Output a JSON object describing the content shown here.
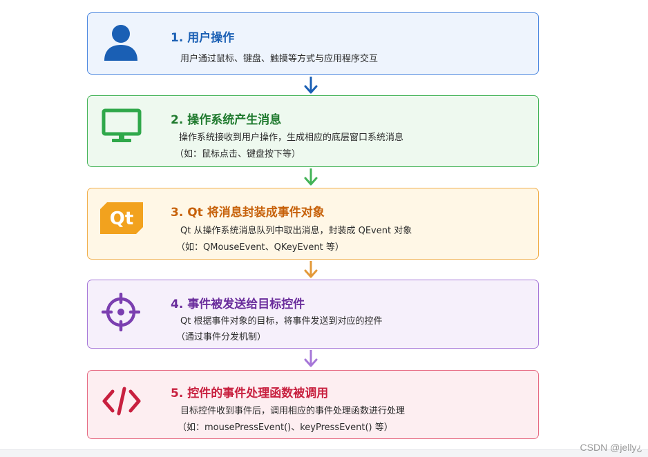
{
  "steps": [
    {
      "title": "1. 用户操作",
      "lines": [
        "用户通过鼠标、键盘、触摸等方式与应用程序交互"
      ],
      "icon": "user-icon",
      "color": "#1a5fb4",
      "bg": "#eef4fd",
      "border": "#4d88e0"
    },
    {
      "title": "2. 操作系统产生消息",
      "lines": [
        "操作系统接收到用户操作，生成相应的底层窗口系统消息",
        "（如：鼠标点击、键盘按下等）"
      ],
      "icon": "monitor-icon",
      "color": "#1f7a2e",
      "bg": "#eef9ef",
      "border": "#43b357"
    },
    {
      "title": "3. Qt 将消息封装成事件对象",
      "lines": [
        "Qt 从操作系统消息队列中取出消息，封装成 QEvent 对象",
        "（如：QMouseEvent、QKeyEvent 等）"
      ],
      "icon": "qt-logo-icon",
      "icon_text": "Qt",
      "color": "#c7620b",
      "bg": "#fff7e6",
      "border": "#f1ae4a"
    },
    {
      "title": "4. 事件被发送给目标控件",
      "lines": [
        "Qt 根据事件对象的目标，将事件发送到对应的控件",
        "（通过事件分发机制）"
      ],
      "icon": "target-icon",
      "color": "#6a2d9c",
      "bg": "#f6f0fb",
      "border": "#a677d8"
    },
    {
      "title": "5. 控件的事件处理函数被调用",
      "lines": [
        "目标控件收到事件后，调用相应的事件处理函数进行处理",
        "（如：mousePressEvent()、keyPressEvent() 等）"
      ],
      "icon": "code-icon",
      "color": "#c8203f",
      "bg": "#fdeef1",
      "border": "#e66a82"
    }
  ],
  "arrow_colors": [
    "#1a5fb4",
    "#43b357",
    "#e39a3a",
    "#a677d8"
  ],
  "watermark": "CSDN @jelly¿"
}
